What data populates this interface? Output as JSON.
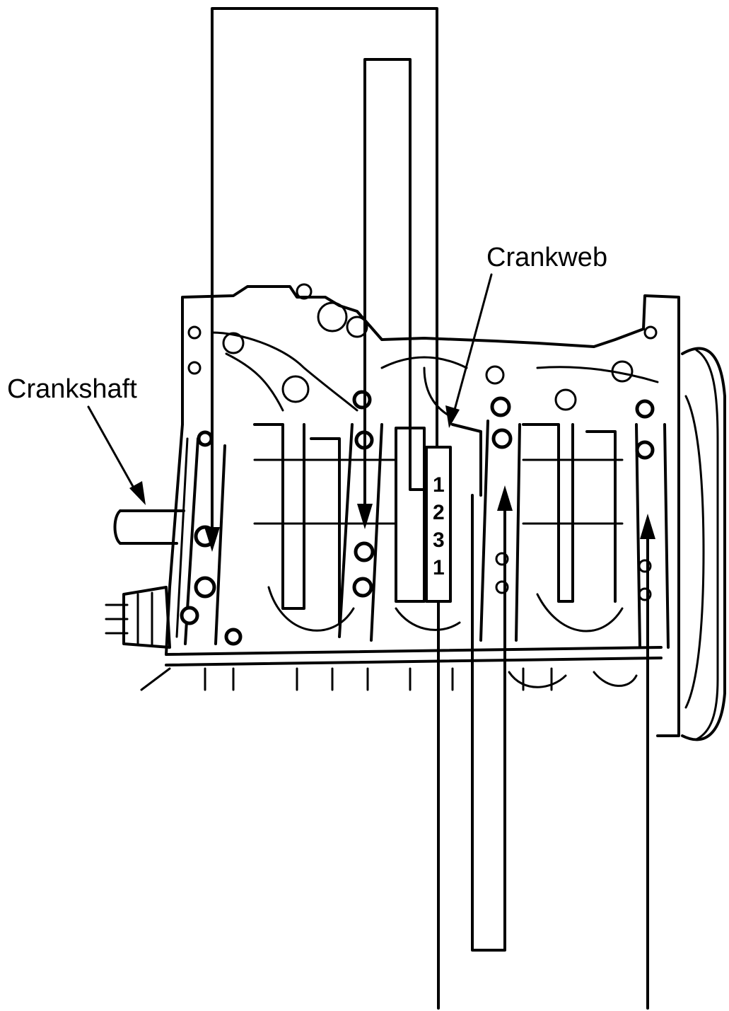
{
  "labels": {
    "crankshaft": "Crankshaft",
    "crankweb": "Crankweb"
  },
  "sequence_digits": [
    "1",
    "2",
    "3",
    "1"
  ],
  "colors": {
    "ink": "#000000",
    "paper": "#ffffff"
  }
}
